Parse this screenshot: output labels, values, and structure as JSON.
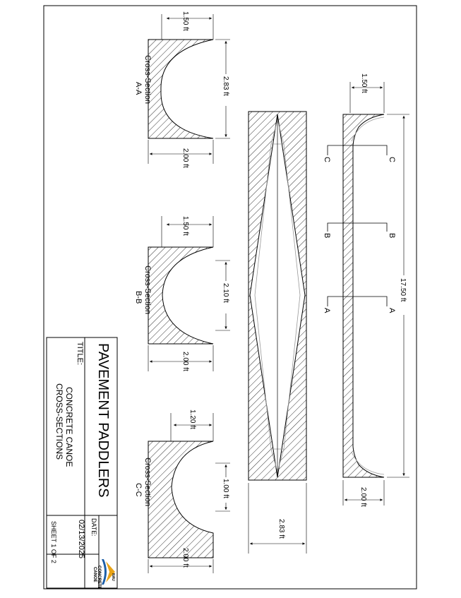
{
  "title_block": {
    "team": "PAVEMENT PADDLERS",
    "title_label": "TITLE:",
    "title_line1": "CONCRETE CANOE",
    "title_line2": "CROSS-SECTIONS",
    "date_label": "DATE:",
    "date": "02/13/2025",
    "sheet": "SHEET 1 OF 2",
    "logo_top": "NAU",
    "logo_line1": "CONCRETE",
    "logo_line2": "CANOE"
  },
  "sections": [
    {
      "caption1": "Cross-Section",
      "caption2": "A-A",
      "top": "1.50 ft",
      "depth": "2.83 ft",
      "width": "2.00 ft"
    },
    {
      "caption1": "Cross-Section",
      "caption2": "B-B",
      "top": "1.50 ft",
      "depth": "2.10 ft",
      "width": "2.00 ft"
    },
    {
      "caption1": "Cross-Section",
      "caption2": "C-C",
      "top": "1.20 ft",
      "depth": "1.00 ft",
      "width": "2.00 ft"
    }
  ],
  "plan_view": {
    "width": "2.83 ft"
  },
  "profile_view": {
    "top": "1.50 ft",
    "length": "17.50 ft",
    "bottom": "2.00 ft",
    "cuts": [
      "C",
      "C",
      "B",
      "B",
      "A",
      "A"
    ]
  }
}
